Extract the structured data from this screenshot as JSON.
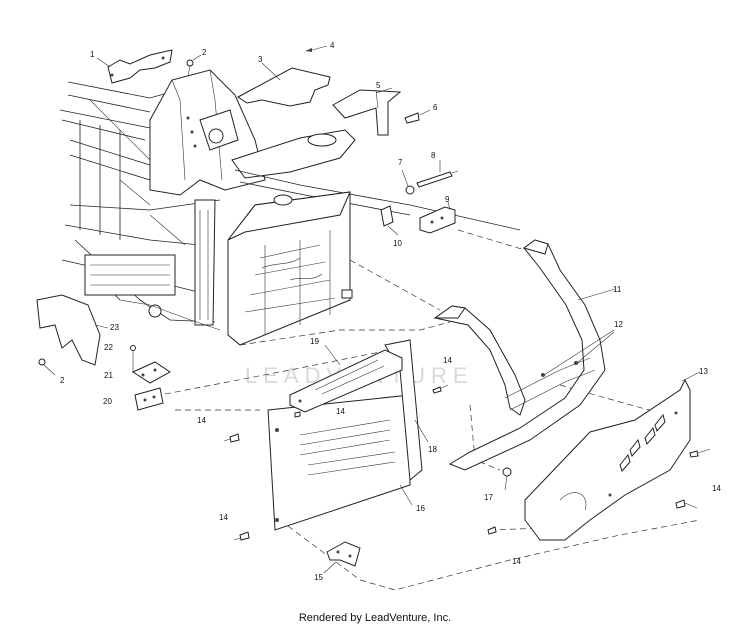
{
  "footer": {
    "credit": "Rendered by LeadVenture, Inc."
  },
  "watermark": {
    "text": "LEADVENTURE"
  },
  "callouts": {
    "c1": "1",
    "c2a": "2",
    "c2b": "2",
    "c3": "3",
    "c4": "4",
    "c5": "5",
    "c6": "6",
    "c7": "7",
    "c8": "8",
    "c9": "9",
    "c10": "10",
    "c11": "11",
    "c12": "12",
    "c13": "13",
    "c14a": "14",
    "c14b": "14",
    "c14c": "14",
    "c14d": "14",
    "c14e": "14",
    "c14f": "14",
    "c15": "15",
    "c16": "16",
    "c17": "17",
    "c18": "18",
    "c19": "19",
    "c20": "20",
    "c21": "21",
    "c22": "22",
    "c23": "23"
  }
}
